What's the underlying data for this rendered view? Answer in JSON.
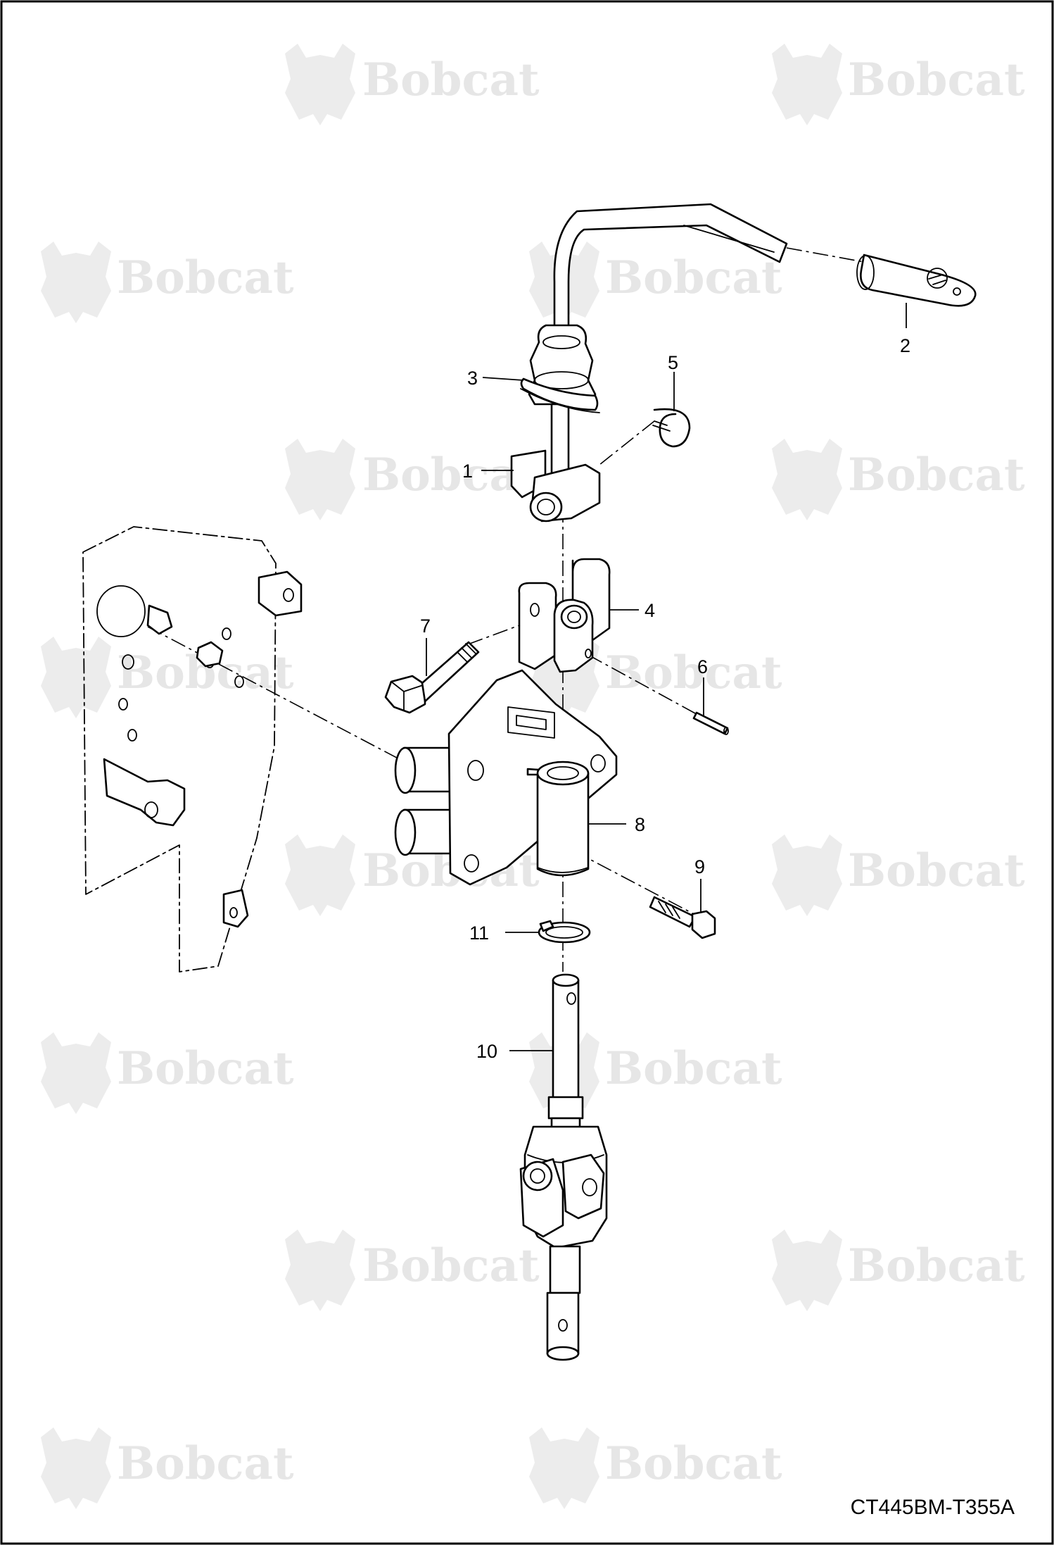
{
  "watermark": {
    "brand": "Bobcat",
    "logo_icon": "bobcat-head-logo"
  },
  "figure_code": "CT445BM-T355A",
  "callouts": [
    {
      "id": "1",
      "label": "1"
    },
    {
      "id": "2",
      "label": "2"
    },
    {
      "id": "3",
      "label": "3"
    },
    {
      "id": "4",
      "label": "4"
    },
    {
      "id": "5",
      "label": "5"
    },
    {
      "id": "6",
      "label": "6"
    },
    {
      "id": "7",
      "label": "7"
    },
    {
      "id": "8",
      "label": "8"
    },
    {
      "id": "9",
      "label": "9"
    },
    {
      "id": "10",
      "label": "10"
    },
    {
      "id": "11",
      "label": "11"
    }
  ]
}
